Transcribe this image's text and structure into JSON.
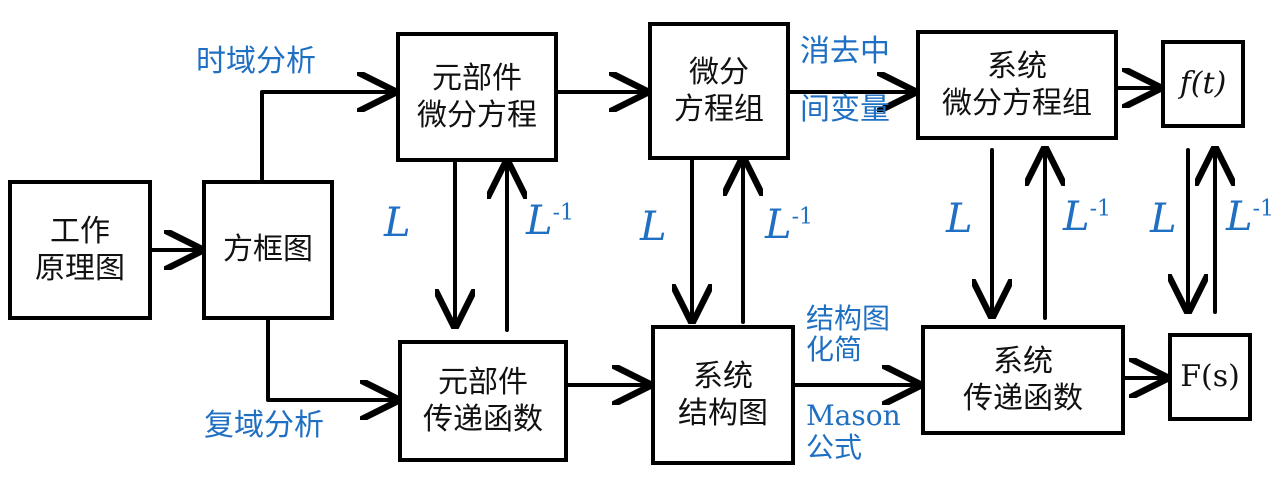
{
  "colors": {
    "ink": "#000000",
    "note": "#1f6fc2",
    "background": "#ffffff"
  },
  "nodes": {
    "working_principle": [
      "工作",
      "原理图"
    ],
    "block_diagram": [
      "方框图"
    ],
    "element_diff_eq": [
      "元部件",
      "微分方程"
    ],
    "element_transfer": [
      "元部件",
      "传递函数"
    ],
    "diff_eq_group": [
      "微分",
      "方程组"
    ],
    "system_structure": [
      "系统",
      "结构图"
    ],
    "system_diff_eq": [
      "系统",
      "微分方程组"
    ],
    "system_transfer": [
      "系统",
      "传递函数"
    ],
    "ft": [
      "f(t)"
    ],
    "fs": [
      "F(s)"
    ]
  },
  "labels": {
    "time_domain": "时域分析",
    "complex_domain": "复域分析",
    "eliminate": [
      "消去中",
      "间变量"
    ],
    "simplify": [
      "结构图",
      "化简"
    ],
    "mason": [
      "Mason",
      "公式"
    ]
  },
  "transforms": {
    "laplace": "L",
    "inverse_sup": "-1"
  }
}
